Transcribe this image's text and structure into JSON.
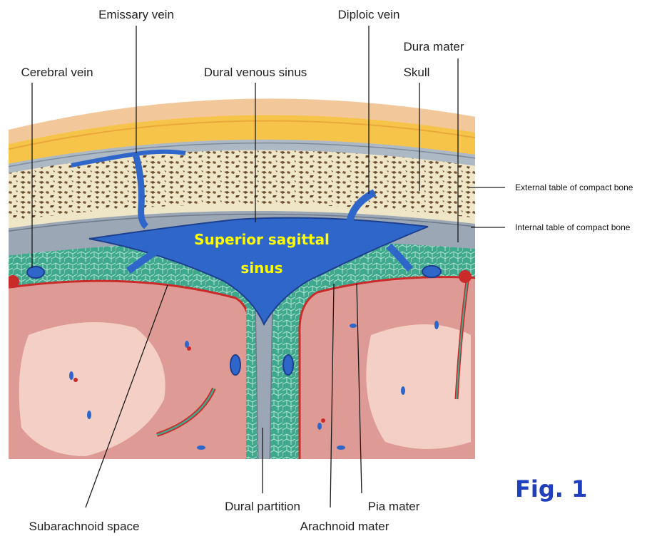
{
  "labels": {
    "emissary_vein": "Emissary vein",
    "diploic_vein": "Diploic vein",
    "dura_mater": "Dura mater",
    "cerebral_vein": "Cerebral vein",
    "dural_venous_sinus": "Dural venous sinus",
    "skull": "Skull",
    "external_table": "External table of compact bone",
    "internal_table": "Internal table of compact bone",
    "superior_sagittal_line1": "Superior sagittal",
    "superior_sagittal_line2": "sinus",
    "dural_partition": "Dural partition",
    "pia_mater": "Pia mater",
    "subarachnoid_space": "Subarachnoid space",
    "arachnoid_mater": "Arachnoid mater"
  },
  "figure_label": "Fig. 1",
  "colors": {
    "scalp": "#f2c79a",
    "fat": "#f7c44a",
    "skull_bone": "#efe6c8",
    "dura": "#9ca7b5",
    "sinus_blue": "#2e66c9",
    "arachnoid_green": "#3fa98e",
    "brain_pink": "#de9a94",
    "white_matter": "#f3cfc5",
    "pia_red": "#c92b2b",
    "sinus_text": "#ffff00",
    "figure_label": "#1f3fbf"
  }
}
